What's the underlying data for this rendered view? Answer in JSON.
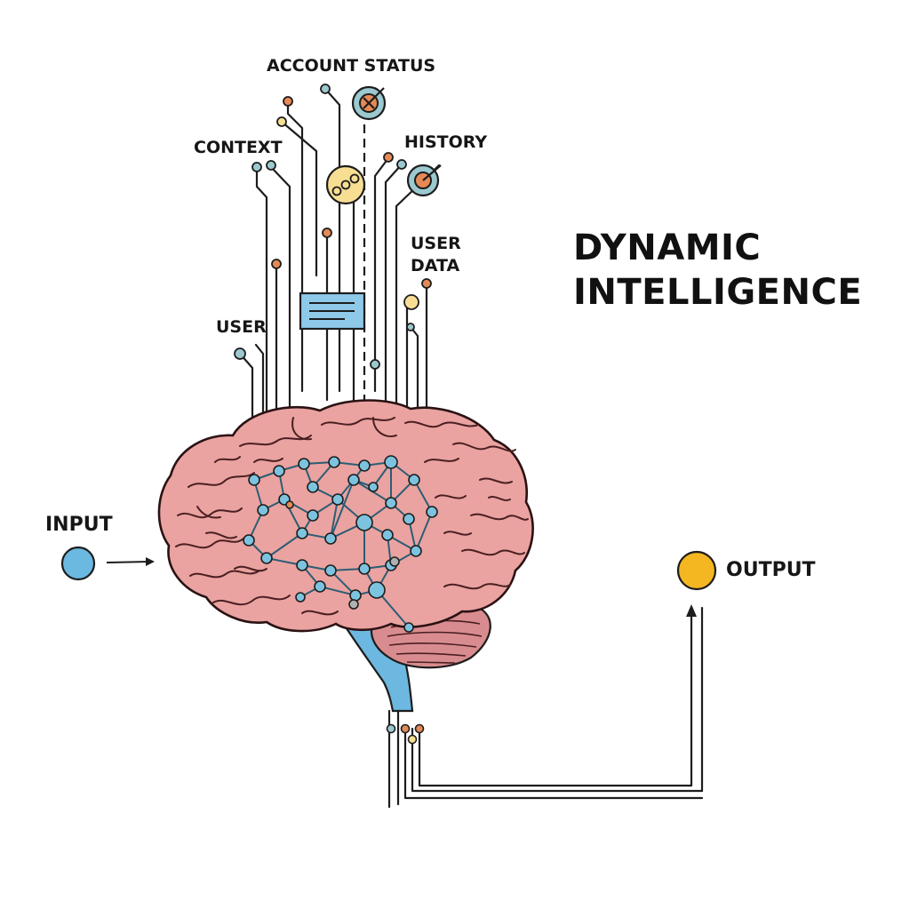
{
  "title": {
    "line1": "DYNAMIC",
    "line2": "INTELLIGENCE"
  },
  "labels": {
    "account_status": "ACCOUNT STATUS",
    "context": "CONTEXT",
    "history": "HISTORY",
    "user_data_line1": "USER",
    "user_data_line2": "DATA",
    "user": "USER",
    "input": "INPUT",
    "output": "OUTPUT"
  },
  "colors": {
    "input_node": "#6bb8e0",
    "output_node": "#f4b721",
    "brain": "#eaa3a0",
    "brain_outline": "#3a1a1c",
    "network": "#7cc3e0",
    "brainstem": "#6cb8e0",
    "cerebellum": "#d98c8f",
    "wire": "#1d1d1d",
    "accent_orange": "#e58a55",
    "accent_teal": "#9bc9cf",
    "accent_yellow": "#f7de93",
    "text": "#161616"
  },
  "icons": {
    "account_status": "target-x-icon",
    "history": "target-arrow-icon",
    "context": "dots-badge-icon",
    "user_data": "document-card-icon"
  }
}
